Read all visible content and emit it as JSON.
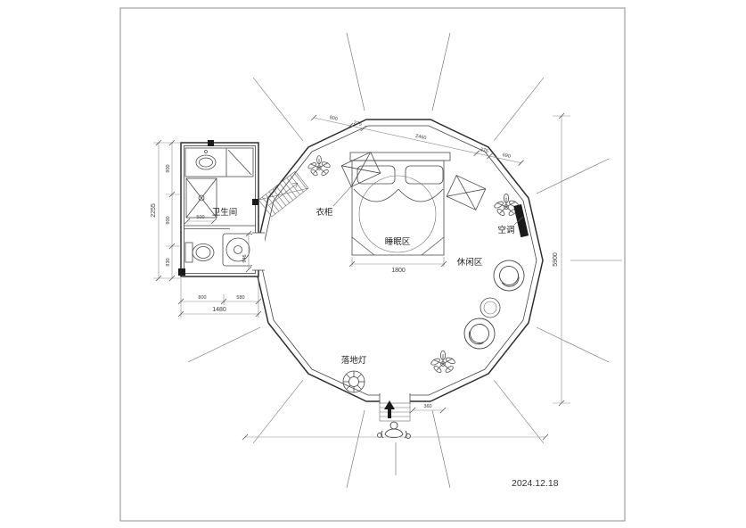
{
  "meta": {
    "date": "2024.12.18"
  },
  "labels": {
    "bathroom": "卫生间",
    "wardrobe": "衣柜",
    "sleeping_area": "睡眠区",
    "leisure_area": "休闲区",
    "air_conditioner": "空调",
    "floor_lamp": "落地灯"
  },
  "dimensions": {
    "left_total": "2255",
    "left_seg1": "900",
    "left_seg2": "900",
    "left_seg3": "930",
    "shower_width": "500",
    "bath_bottom_seg1": "800",
    "bath_bottom_seg2": "580",
    "bath_bottom_total": "1480",
    "bath_door_height": "946",
    "plan_height_total": "5900",
    "bed_width": "1800",
    "top_seg1": "800",
    "top_seg2": "275",
    "top_seg3": "2460",
    "top_seg4": "275",
    "top_seg5": "690",
    "entrance_step": "360"
  },
  "colors": {
    "background": "#ffffff",
    "wall_line": "#2f2f2f",
    "thin_line": "#6a6a6a",
    "dim_line": "#8a8a8a",
    "text": "#1d1d1d",
    "solid_fill": "#1a1a1a"
  }
}
